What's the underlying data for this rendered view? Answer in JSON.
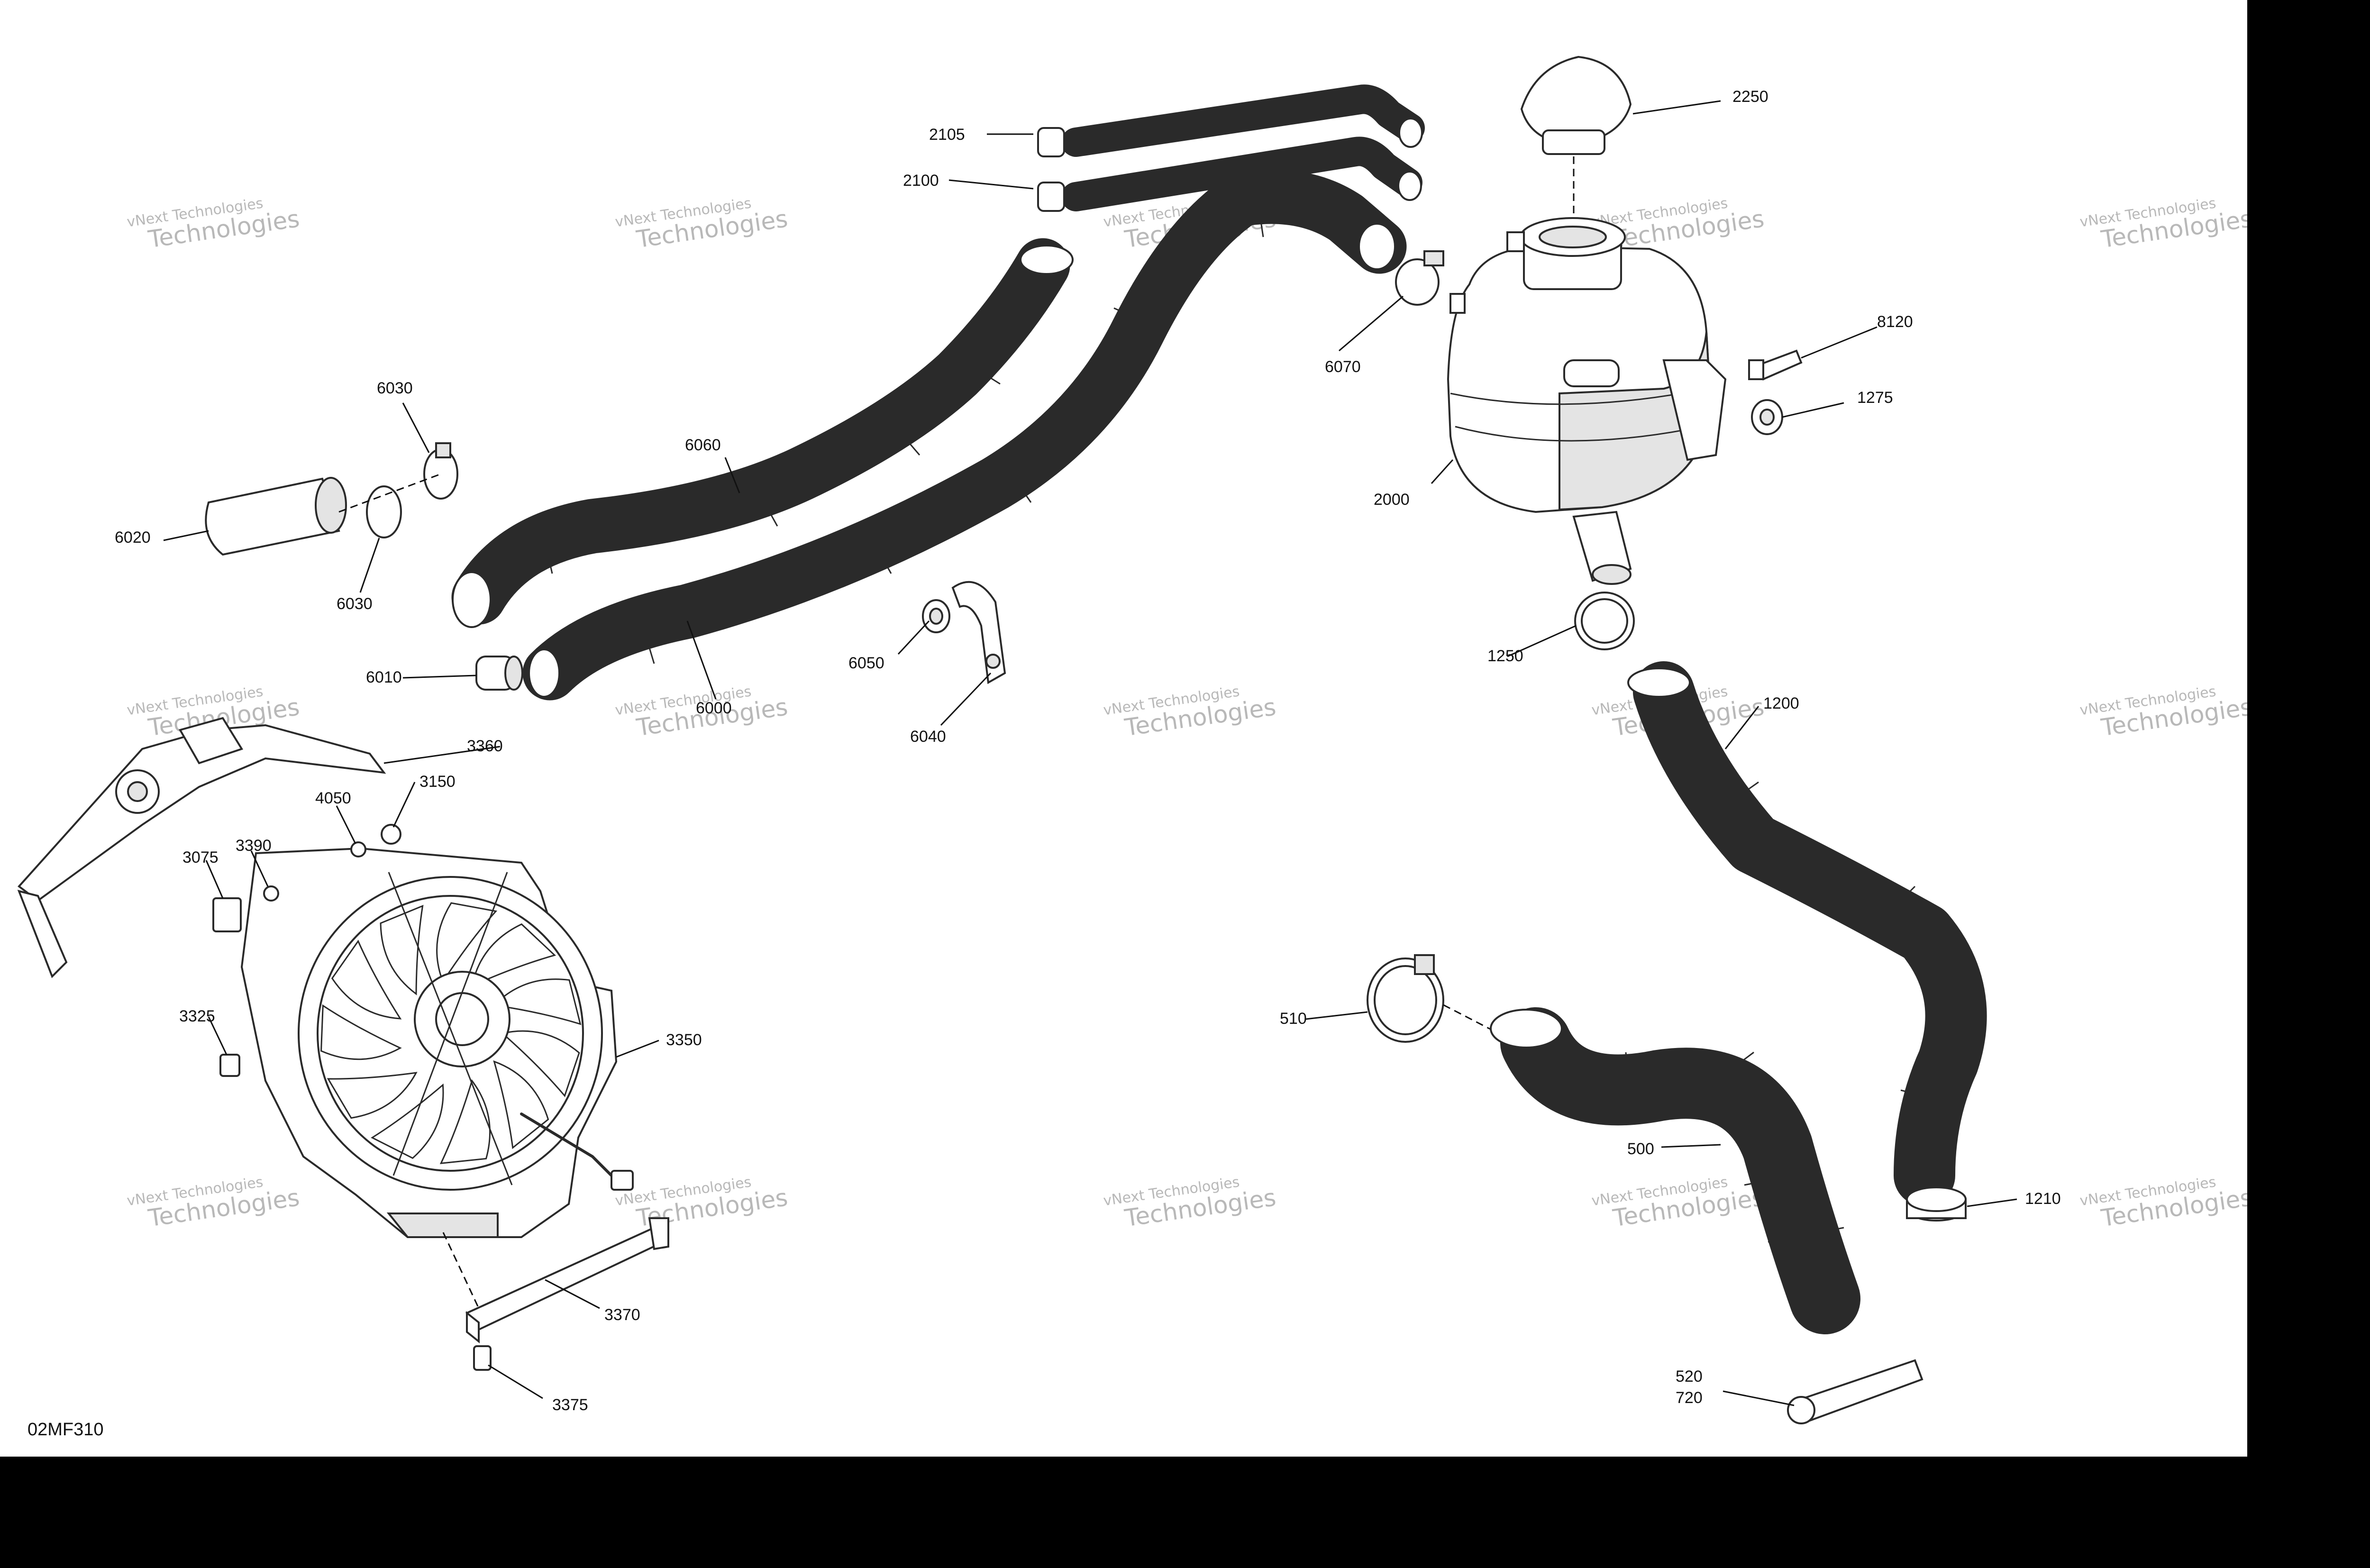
{
  "drawing_code": "02MF310",
  "watermark": {
    "line1": "vNext Technologies",
    "line2": "Technologies"
  },
  "callouts": [
    {
      "id": "2105",
      "text": "2105"
    },
    {
      "id": "2100",
      "text": "2100"
    },
    {
      "id": "2250",
      "text": "2250"
    },
    {
      "id": "8120",
      "text": "8120"
    },
    {
      "id": "1275",
      "text": "1275"
    },
    {
      "id": "2000",
      "text": "2000"
    },
    {
      "id": "6070",
      "text": "6070"
    },
    {
      "id": "6030a",
      "text": "6030"
    },
    {
      "id": "6060",
      "text": "6060"
    },
    {
      "id": "6020",
      "text": "6020"
    },
    {
      "id": "6030b",
      "text": "6030"
    },
    {
      "id": "6010",
      "text": "6010"
    },
    {
      "id": "6000",
      "text": "6000"
    },
    {
      "id": "6050",
      "text": "6050"
    },
    {
      "id": "6040",
      "text": "6040"
    },
    {
      "id": "1250",
      "text": "1250"
    },
    {
      "id": "1200",
      "text": "1200"
    },
    {
      "id": "3360",
      "text": "3360"
    },
    {
      "id": "4050",
      "text": "4050"
    },
    {
      "id": "3150",
      "text": "3150"
    },
    {
      "id": "3390",
      "text": "3390"
    },
    {
      "id": "3075",
      "text": "3075"
    },
    {
      "id": "3325",
      "text": "3325"
    },
    {
      "id": "3350",
      "text": "3350"
    },
    {
      "id": "510",
      "text": "510"
    },
    {
      "id": "500",
      "text": "500"
    },
    {
      "id": "1210",
      "text": "1210"
    },
    {
      "id": "3370",
      "text": "3370"
    },
    {
      "id": "3375",
      "text": "3375"
    },
    {
      "id": "520",
      "text": "520"
    },
    {
      "id": "720",
      "text": "720"
    }
  ],
  "colors": {
    "background": "#ffffff",
    "frame": "#000000",
    "line": "#2a2a2a",
    "shade": "#e4e4e4",
    "watermark": "#b8b8b8"
  }
}
